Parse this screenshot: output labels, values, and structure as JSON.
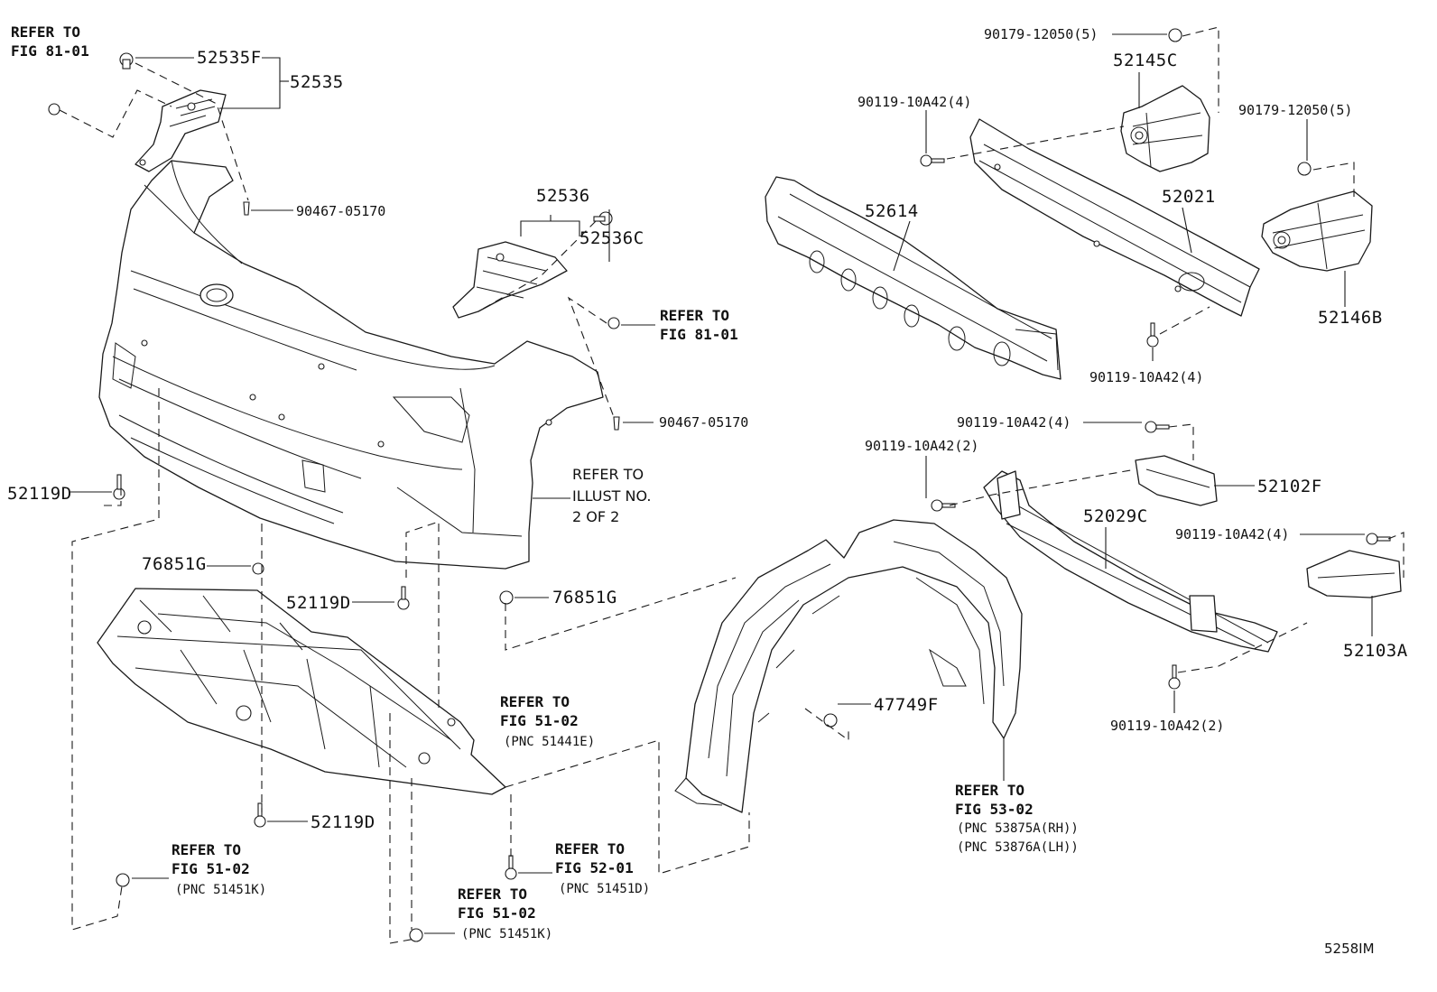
{
  "labels": {
    "p52535F": "52535F",
    "p52535": "52535",
    "p90467a": "90467-05170",
    "p52536": "52536",
    "p52536C": "52536C",
    "p90467b": "90467-05170",
    "p52119D_a": "52119D",
    "p76851G_a": "76851G",
    "p52119D_b": "52119D",
    "p76851G_b": "76851G",
    "p52119D_c": "52119D",
    "p52614": "52614",
    "p52021": "52021",
    "p52145C": "52145C",
    "p52146B": "52146B",
    "p52102F": "52102F",
    "p52029C": "52029C",
    "p52103A": "52103A",
    "p47749F": "47749F",
    "b90179_1": "90179-12050(5)",
    "b90179_2": "90179-12050(5)",
    "b90119_1": "90119-10A42(4)",
    "b90119_2": "90119-10A42(4)",
    "b90119_3": "90119-10A42(4)",
    "b90119_4": "90119-10A42(2)",
    "b90119_5": "90119-10A42(4)",
    "b90119_6": "90119-10A42(2)"
  },
  "refs": {
    "r1_l1": "REFER TO",
    "r1_l2": "FIG 81-01",
    "r2_l1": "REFER TO",
    "r2_l2": "FIG 81-01",
    "r3_l1": "REFER TO",
    "r3_l2": "ILLUST NO.",
    "r3_l3": "2 OF 2",
    "r4_l1": "REFER TO",
    "r4_l2": "FIG 51-02",
    "r4_l3": "(PNC 51441E)",
    "r5_l1": "REFER TO",
    "r5_l2": "FIG 51-02",
    "r5_l3": "(PNC 51451K)",
    "r6_l1": "REFER TO",
    "r6_l2": "FIG 52-01",
    "r6_l3": "(PNC 51451D)",
    "r7_l1": "REFER TO",
    "r7_l2": "FIG 51-02",
    "r7_l3": "(PNC 51451K)",
    "r8_l1": "REFER TO",
    "r8_l2": "FIG 53-02",
    "r8_l3": "(PNC 53875A(RH))",
    "r8_l4": "(PNC 53876A(LH))"
  },
  "illustration_code": "5258IM"
}
